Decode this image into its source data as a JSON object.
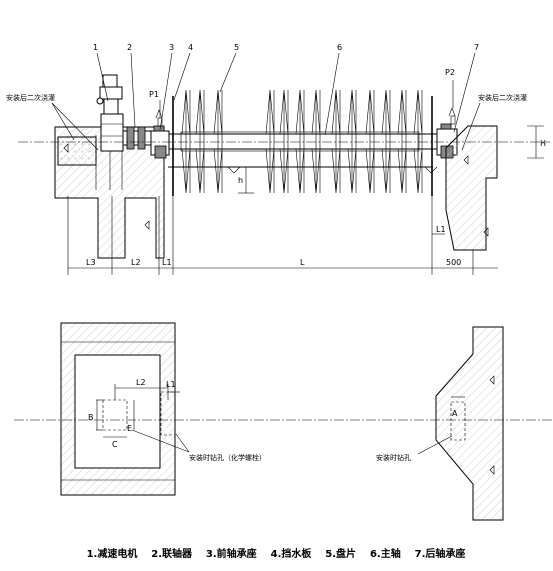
{
  "callouts": [
    "1",
    "2",
    "3",
    "4",
    "5",
    "6",
    "7"
  ],
  "pressure": {
    "p1": "P1",
    "p2": "P2"
  },
  "notes": {
    "grout_left": "安装后二次浇灌",
    "grout_right": "安装后二次浇灌",
    "drill_left": "安装时钻孔（化学螺栓）",
    "drill_right": "安装时钻孔"
  },
  "dims": {
    "h": "h",
    "H": "H",
    "L3": "L3",
    "L2": "L2",
    "L1": "L1",
    "L": "L",
    "L1_right": "L1",
    "d500": "500",
    "plan_L2": "L2",
    "plan_L1": "L1",
    "B": "B",
    "C": "C",
    "E": "E",
    "A": "A"
  },
  "legend": "1.减速电机    2.联轴器    3.前轴承座    4.挡水板    5.盘片    6.主轴    7.后轴承座"
}
